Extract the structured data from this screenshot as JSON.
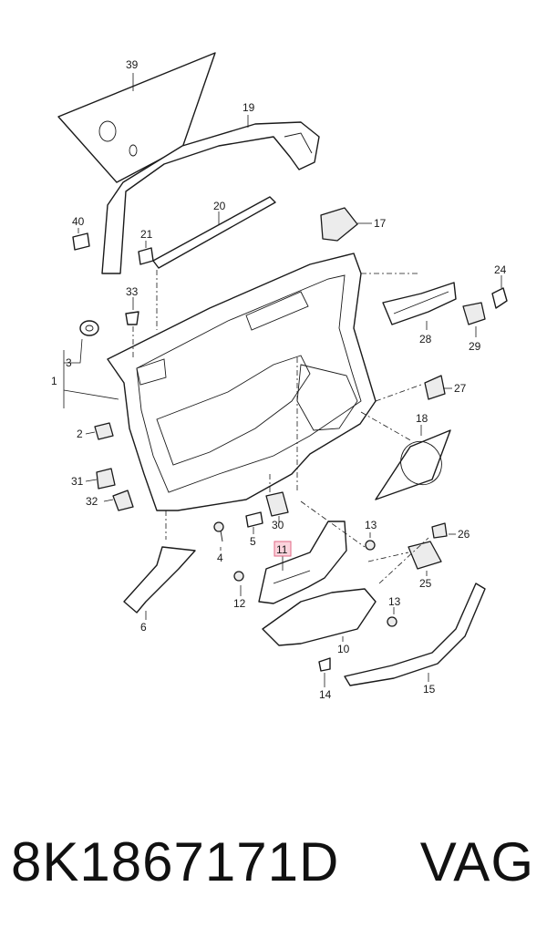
{
  "diagram": {
    "highlight_color": "#fbd3dc",
    "callouts": {
      "c1": "1",
      "c2": "2",
      "c3": "3",
      "c4": "4",
      "c5": "5",
      "c6": "6",
      "c10": "10",
      "c11": "11",
      "c12": "12",
      "c13a": "13",
      "c13b": "13",
      "c14": "14",
      "c15": "15",
      "c17": "17",
      "c18": "18",
      "c19": "19",
      "c20": "20",
      "c21": "21",
      "c24": "24",
      "c25": "25",
      "c26": "26",
      "c27": "27",
      "c28": "28",
      "c29": "29",
      "c30": "30",
      "c31": "31",
      "c32": "32",
      "c33": "33",
      "c39": "39",
      "c40": "40"
    },
    "highlighted_part": "11"
  },
  "footer": {
    "part_number": "8K1867171D",
    "brand": "VAG"
  }
}
